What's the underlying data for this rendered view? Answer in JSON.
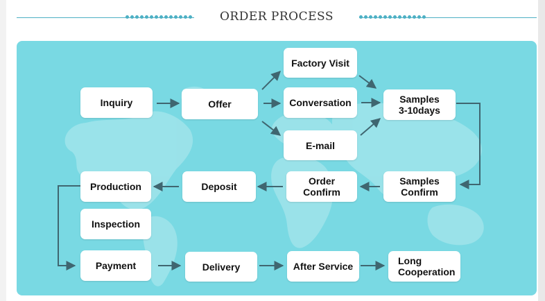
{
  "header": {
    "title": "ORDER PROCESS"
  },
  "colors": {
    "panel": "#79d9e3",
    "box": "#ffffff",
    "arrow": "#3f6670",
    "accent_line": "#4db0c4"
  },
  "steps": {
    "inquiry": "Inquiry",
    "offer": "Offer",
    "factory_visit": "Factory Visit",
    "conversation": "Conversation",
    "email": "E-mail",
    "samples": "Samples\n3-10days",
    "samples_confirm": "Samples\nConfirm",
    "order_confirm": "Order Confirm",
    "deposit": "Deposit",
    "production": "Production",
    "inspection": "Inspection",
    "payment": "Payment",
    "delivery": "Delivery",
    "after_service": "After Service",
    "long_cooperation": "Long\nCooperation"
  }
}
